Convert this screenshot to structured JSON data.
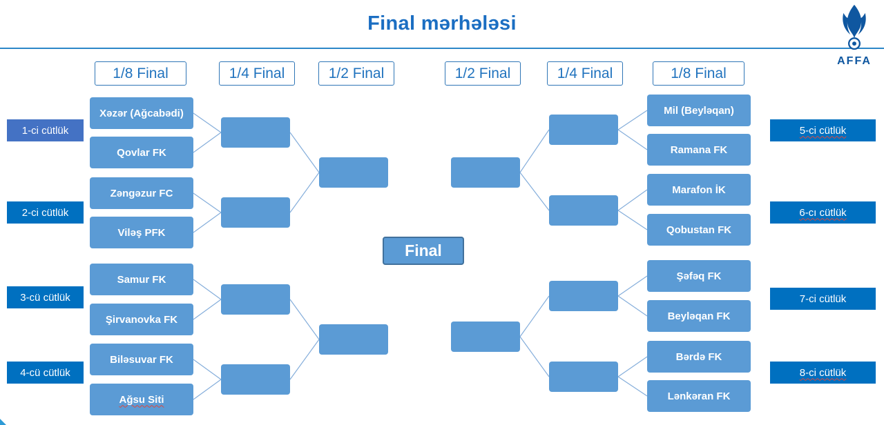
{
  "title": "Final mərhələsi",
  "logo_text": "AFFA",
  "rounds": [
    "1/8 Final",
    "1/4 Final",
    "1/2 Final",
    "1/2 Final",
    "1/4 Final",
    "1/8 Final"
  ],
  "final_label": "Final",
  "teams": {
    "left": [
      "Xəzər (Ağcabədi)",
      "Qovlar FK",
      "Zəngəzur FC",
      "Viləş PFK",
      "Samur FK",
      "Şirvanovka FK",
      "Biləsuvar FK",
      "Ağsu Siti"
    ],
    "right": [
      "Mil (Beyləqan)",
      "Ramana FK",
      "Marafon İK",
      "Qobustan FK",
      "Şəfəq FK",
      "Beyləqan FK",
      "Bərdə FK",
      "Lənkəran FK"
    ]
  },
  "pairs": {
    "left": [
      "1-ci cütlük",
      "2-ci cütlük",
      "3-cü cütlük",
      "4-cü cütlük"
    ],
    "right": [
      "5-ci cütlük",
      "6-cı cütlük",
      "7-ci cütlük",
      "8-ci cütlük"
    ]
  },
  "colors": {
    "title_blue": "#1b6ec2",
    "team_box_blue": "#5b9bd5",
    "pair_label_blue": "#0070c0",
    "pair_label_first_blue": "#4472c4",
    "round_border_blue": "#2e75b6",
    "final_border_blue": "#41719c",
    "connector_blue": "#85aedb",
    "logo_blue": "#0f57a0"
  }
}
